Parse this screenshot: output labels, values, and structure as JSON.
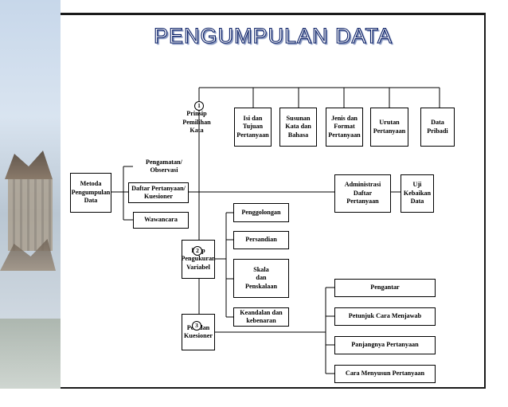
{
  "title": "PENGUMPULAN DATA",
  "nodes": {
    "metoda": "Metoda\nPengumpulan\nData",
    "pengamatan": "Pengamatan/\nObservasi",
    "daftar": "Daftar Pertanyaan/\nKuesioner",
    "wawancara": "Wawancara",
    "prinsip_pemilihan": "Prinsip\nPemilihan\nKata",
    "isi_tujuan": "Isi dan\nTujuan\nPertanyaan",
    "susunan": "Susunan\nKata dan\nBahasa",
    "jenis_format": "Jenis dan\nFormat\nPertanyaan",
    "urutan": "Urutan\nPertanyaan",
    "data_pribadi": "Data\nPribadi",
    "administrasi": "Administrasi\nDaftar Pertanyaan",
    "uji_kebaikan": "Uji\nKebaikan\nData",
    "prinsip_pengukuran": "Pr   ip\nPengukuran\nVariabel",
    "penggolongan": "Penggolongan",
    "persandian": "Persandian",
    "skala": "Skala\ndan\nPenskalaan",
    "keandalan": "Keandalan dan\nkebenaran",
    "pen_kuesioner": "Pen    dan\nKuesioner",
    "pengantar": "Pengantar",
    "petunjuk": "Petunjuk Cara Menjawab",
    "panjangnya": "Panjangnya Pertanyaan",
    "cara_menyusun": "Cara Menyusun Pertanyaan"
  },
  "badges": {
    "b1": "1",
    "b2": "2",
    "b3": "3"
  }
}
